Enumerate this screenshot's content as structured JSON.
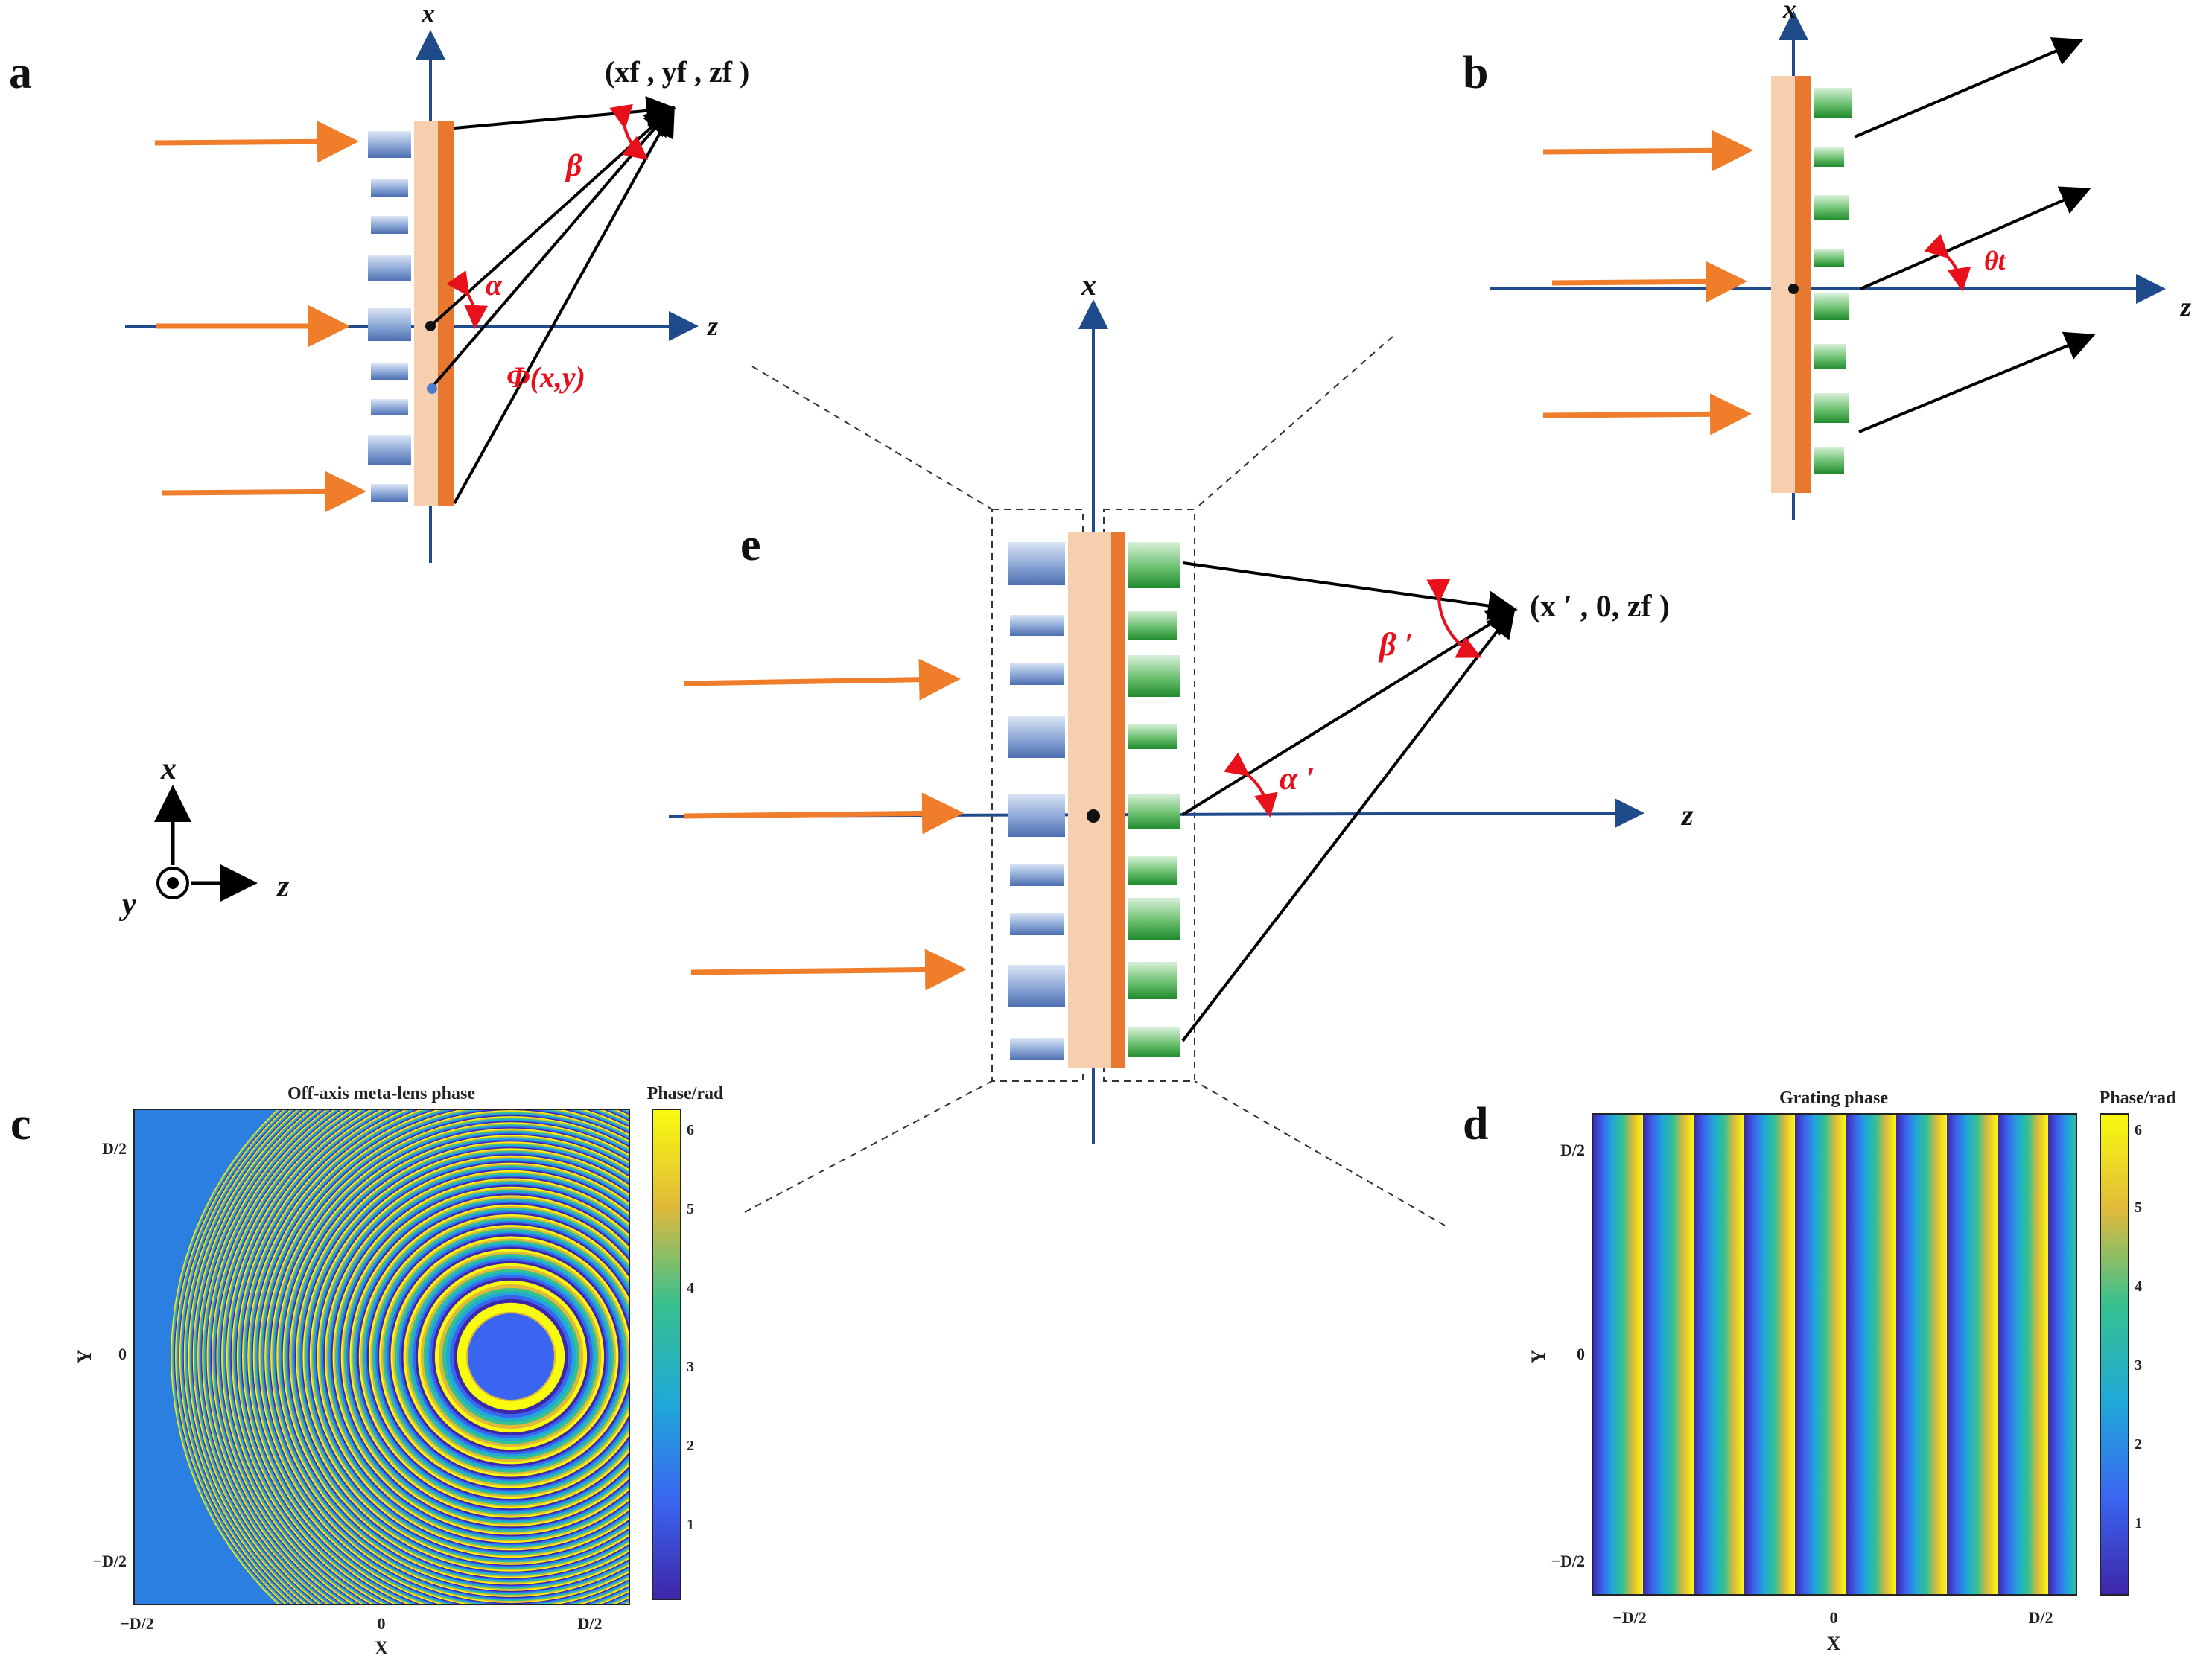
{
  "panels": {
    "a": {
      "label": "a",
      "axis_x": "x",
      "axis_z": "z",
      "focal_point": "(xf , yf , zf )",
      "angle_alpha": "α",
      "angle_beta": "β",
      "phase_label": "Φ(x,y)"
    },
    "b": {
      "label": "b",
      "axis_x": "x",
      "axis_z": "z",
      "angle_theta": "θt"
    },
    "e": {
      "label": "e",
      "axis_x": "x",
      "axis_z": "z",
      "focal_point": "(x ′ , 0, zf )",
      "angle_alpha": "α ′",
      "angle_beta": "β ′"
    },
    "coords": {
      "x": "x",
      "y": "y",
      "z": "z"
    },
    "c": {
      "label": "c",
      "title": "Off-axis meta-lens phase",
      "colorbar_title": "Phase/rad",
      "colorbar_ticks": [
        "1",
        "2",
        "3",
        "4",
        "5",
        "6"
      ],
      "xticks": [
        "−D/2",
        "0",
        "D/2"
      ],
      "yticks": [
        "D/2",
        "0",
        "−D/2"
      ],
      "xlabel": "X",
      "ylabel": "Y"
    },
    "d": {
      "label": "d",
      "title": "Grating phase",
      "colorbar_title": "Phase/rad",
      "colorbar_ticks": [
        "1",
        "2",
        "3",
        "4",
        "5",
        "6"
      ],
      "xticks": [
        "−D/2",
        "0",
        "D/2"
      ],
      "yticks": [
        "D/2",
        "0",
        "−D/2"
      ],
      "xlabel": "X",
      "ylabel": "Y"
    }
  },
  "colors": {
    "incident_arrow": "#ef7d2a",
    "axis": "#1f4b8a",
    "substrate": "#f6cfae",
    "metasurface": "#e8782f",
    "blue_pillar": "#5a7fc0",
    "green_pillar": "#2c9a3a",
    "angle": "#e8101a"
  }
}
